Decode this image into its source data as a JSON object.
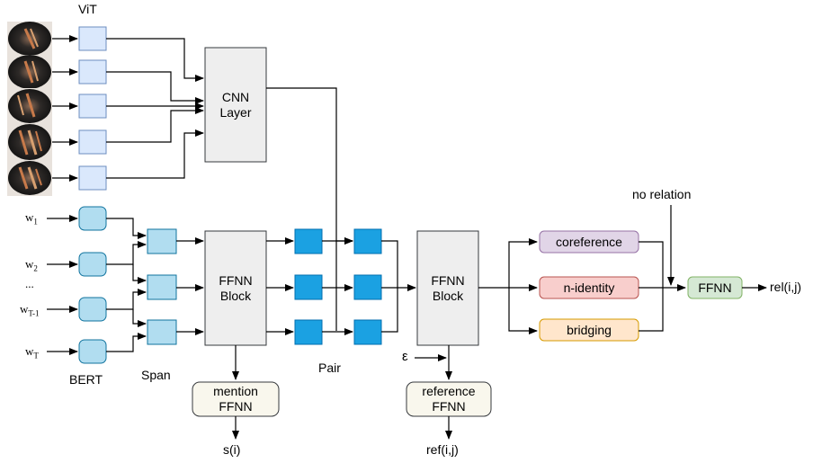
{
  "labels": {
    "vit": "ViT",
    "bert": "BERT",
    "span": "Span",
    "pair": "Pair",
    "no_relation": "no relation",
    "epsilon": "ε",
    "s_i": "s(i)",
    "ref_ij": "ref(i,j)",
    "rel_ij": "rel(i,j)"
  },
  "tokens": [
    {
      "base": "w",
      "sub": "1"
    },
    {
      "base": "w",
      "sub": "2"
    },
    {
      "base": "...",
      "sub": ""
    },
    {
      "base": "w",
      "sub": "T-1"
    },
    {
      "base": "w",
      "sub": "T"
    }
  ],
  "blocks": {
    "cnn": [
      "CNN",
      "Layer"
    ],
    "ffnn_block_1": [
      "FFNN",
      "Block"
    ],
    "ffnn_block_2": [
      "FFNN",
      "Block"
    ],
    "mention_ffnn": [
      "mention",
      "FFNN"
    ],
    "reference_ffnn": [
      "reference",
      "FFNN"
    ],
    "final_ffnn": "FFNN"
  },
  "relations": [
    "coreference",
    "n-identity",
    "bridging"
  ],
  "colors": {
    "light_blue": "#dae8fc",
    "bert_blue": "#b1ddf0",
    "pair_blue": "#1ba1e2",
    "gray_block": "#eeeeee",
    "beige": "#f9f7ed",
    "coreference": "#e1d5e7",
    "n_identity": "#f8cecc",
    "bridging": "#ffe6cc",
    "final_ffnn": "#d5e8d4"
  }
}
